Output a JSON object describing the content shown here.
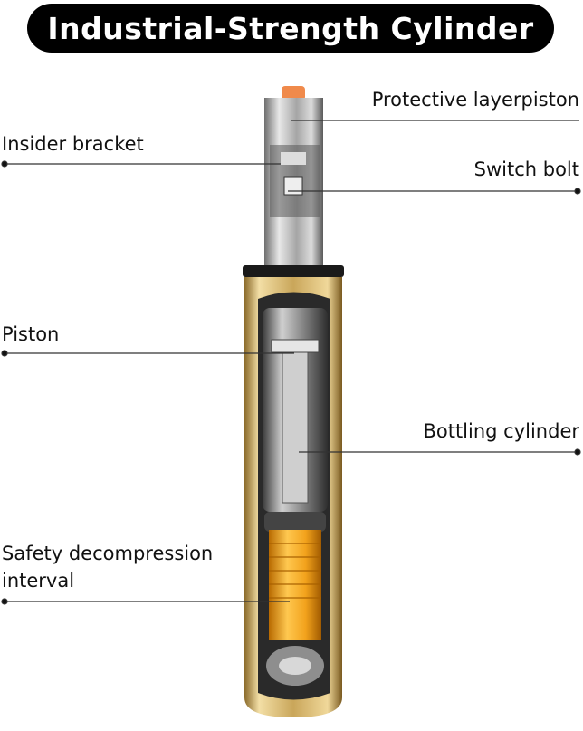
{
  "title": "Industrial-Strength Cylinder",
  "labels": {
    "protective_layer": "Protective layerpiston",
    "insider_bracket": "Insider bracket",
    "switch_bolt": "Switch bolt",
    "piston": "Piston",
    "bottling_cylinder": "Bottling cylinder",
    "safety_line1": "Safety decompression",
    "safety_line2": "interval"
  },
  "colors": {
    "gold": "#c9a65a",
    "chrome": "#b8b8b8",
    "orange": "#f2a21c",
    "cap": "#f08a4b"
  }
}
